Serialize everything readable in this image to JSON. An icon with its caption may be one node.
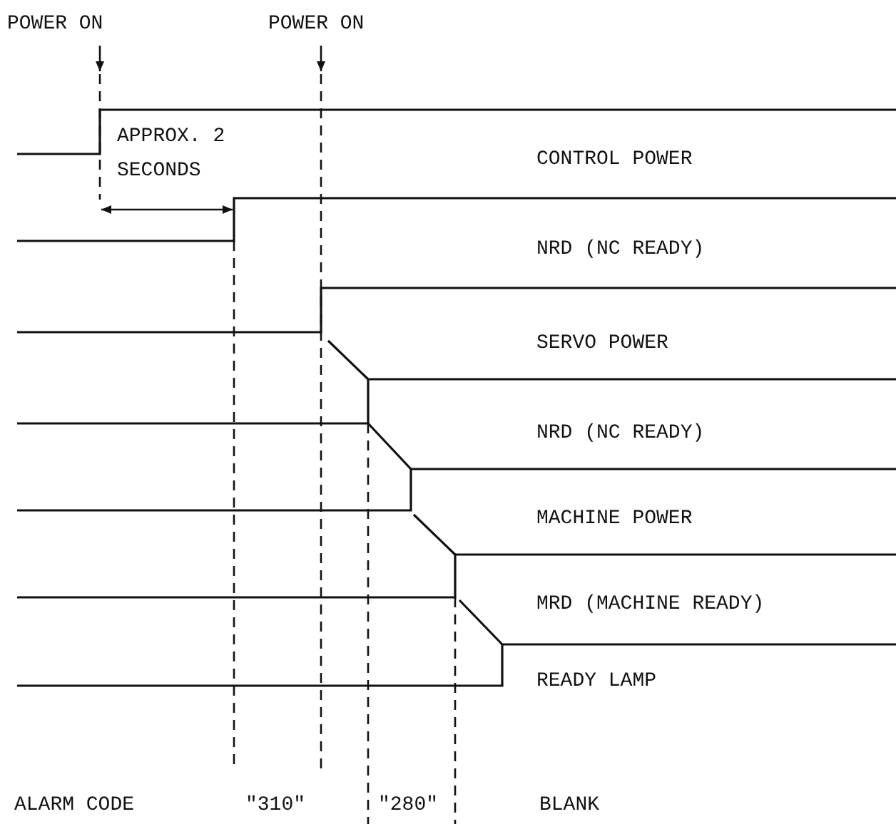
{
  "diagram": {
    "labels": [
      "POWER ON",
      "POWER ON",
      "APPROX. 2 SECONDS",
      "CONTROL POWER",
      "NRD (NC READY)",
      "SERVO POWER",
      "NRD (NC READY)",
      "MACHINE POWER",
      "MRD (MACHINE READY)",
      "READY LAMP",
      "ALARM CODE",
      "\"310\"",
      "\"280\"",
      "BLANK"
    ]
  }
}
